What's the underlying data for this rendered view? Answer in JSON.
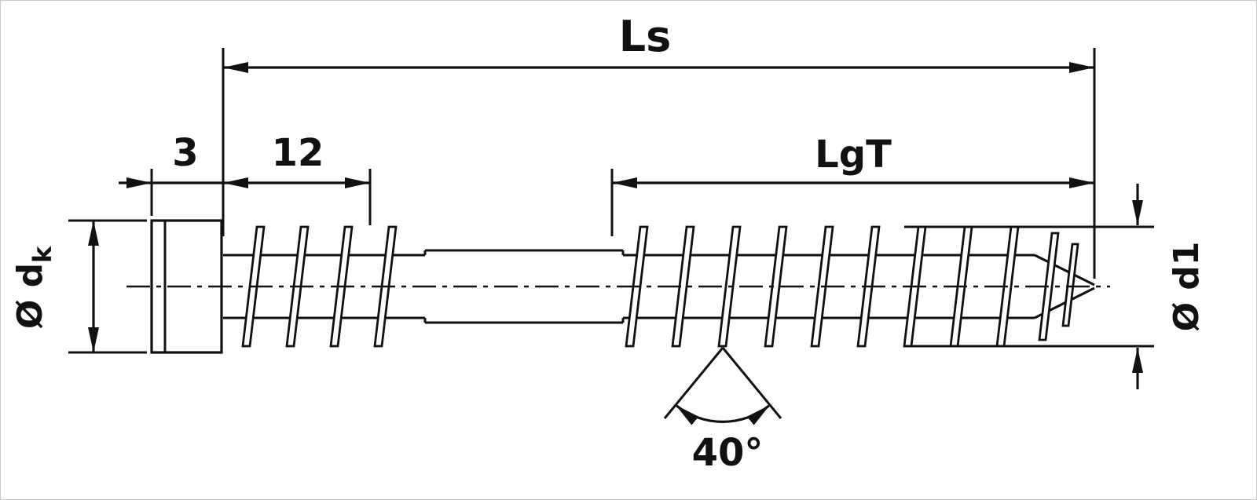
{
  "diagram": {
    "labels": {
      "overall_length": "Ls",
      "head_length": "3",
      "front_thread_length": "12",
      "thread_length": "LgT",
      "head_diameter_prefix": "Ø d",
      "head_diameter_subscript": "k",
      "outer_diameter": "Ø d1",
      "tip_angle": "40°"
    },
    "colors": {
      "line": "#111111",
      "background": "#ffffff"
    }
  }
}
